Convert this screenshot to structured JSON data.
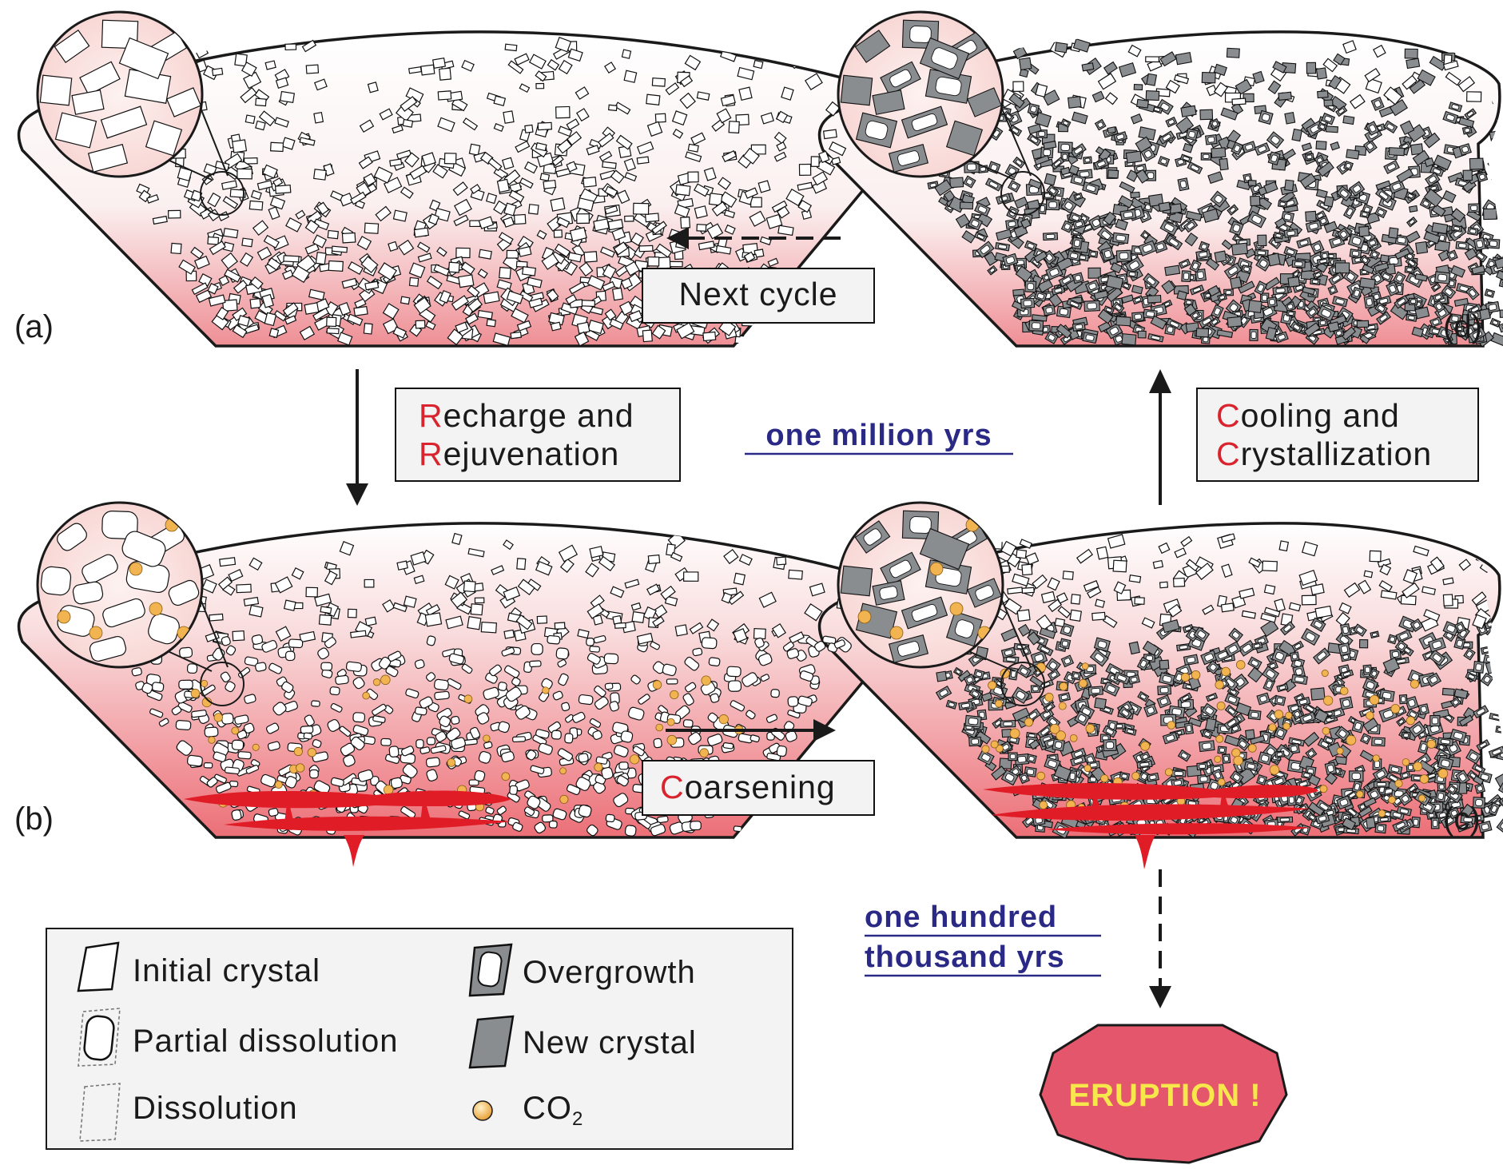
{
  "panels": {
    "a": {
      "label": "(a)"
    },
    "b": {
      "label": "(b)"
    },
    "c": {
      "label": "(c)"
    },
    "d": {
      "label": "(d)"
    }
  },
  "stages": {
    "recharge": {
      "line1_initial": "R",
      "line1_rest": "echarge and",
      "line2_initial": "R",
      "line2_rest": "ejuvenation"
    },
    "coarsening": {
      "initial": "C",
      "rest": "oarsening"
    },
    "cooling": {
      "line1_initial": "C",
      "line1_rest": "ooling and",
      "line2_initial": "C",
      "line2_rest": "rystallization"
    },
    "next_cycle": {
      "text": "Next cycle"
    }
  },
  "timescales": {
    "million": "one million yrs",
    "hundred_thousand_line1": "one hundred",
    "hundred_thousand_line2": "thousand yrs"
  },
  "eruption": {
    "text": "ERUPTION !"
  },
  "legend": {
    "initial_crystal": "Initial crystal",
    "partial_dissolution": "Partial dissolution",
    "dissolution": "Dissolution",
    "overgrowth": "Overgrowth",
    "new_crystal": "New crystal",
    "co2_main": "CO",
    "co2_sub": "2"
  },
  "colors": {
    "melt_red": "#d9232d",
    "chamber_pink": "#f2b3b6",
    "timescale_blue": "#2a2a86",
    "eruption_fill": "#e4566b",
    "eruption_text": "#f6e84a",
    "overgrowth_gray": "#8a8d90",
    "co2_orange": "#f0a83c"
  }
}
